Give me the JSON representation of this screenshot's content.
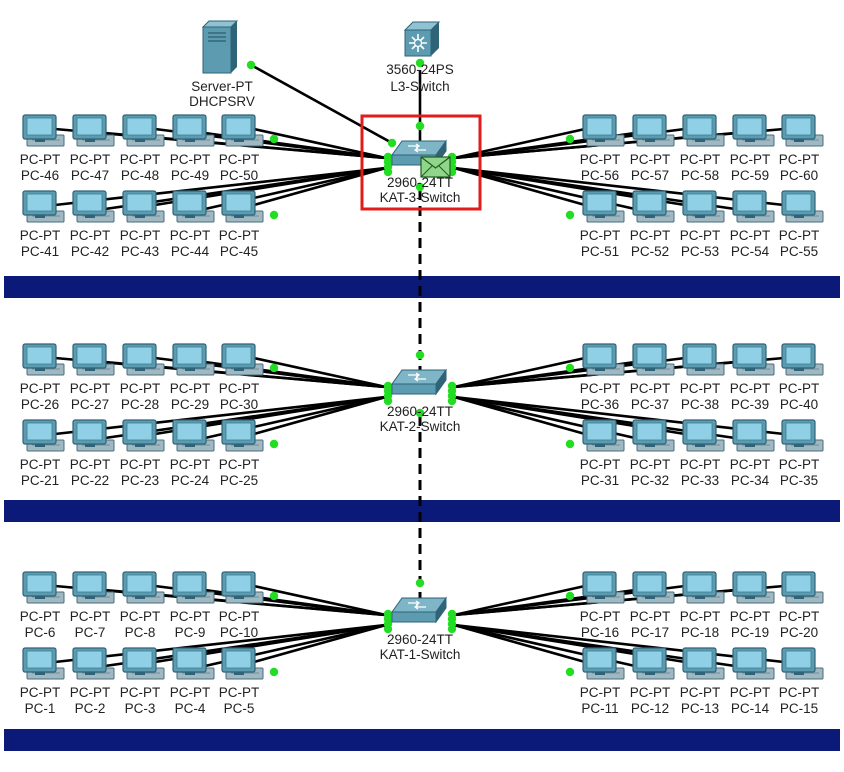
{
  "colors": {
    "floor_bar": "#0b1a78",
    "link": "#000000",
    "link_dot": "#22dd22",
    "selection": "#e21b1b",
    "device_body": "#5d9cb0",
    "device_dark": "#2f6378",
    "screen": "#8fd0e6"
  },
  "server": {
    "type": "Server-PT",
    "name": "DHCPSRV",
    "icon": "server-icon"
  },
  "l3switch": {
    "type": "3560-24PS",
    "name": "L3-Switch",
    "icon": "multilayer-switch-icon"
  },
  "pdu": {
    "icon": "envelope-icon"
  },
  "floors": [
    {
      "switch": {
        "type": "2960-24TT",
        "name": "KAT-3-Switch",
        "selected": true
      },
      "left_pcs": [
        "PC-46",
        "PC-47",
        "PC-48",
        "PC-49",
        "PC-50",
        "PC-41",
        "PC-42",
        "PC-43",
        "PC-44",
        "PC-45"
      ],
      "right_pcs": [
        "PC-56",
        "PC-57",
        "PC-58",
        "PC-59",
        "PC-60",
        "PC-51",
        "PC-52",
        "PC-53",
        "PC-54",
        "PC-55"
      ]
    },
    {
      "switch": {
        "type": "2960-24TT",
        "name": "KAT-2-Switch",
        "selected": false
      },
      "left_pcs": [
        "PC-26",
        "PC-27",
        "PC-28",
        "PC-29",
        "PC-30",
        "PC-21",
        "PC-22",
        "PC-23",
        "PC-24",
        "PC-25"
      ],
      "right_pcs": [
        "PC-36",
        "PC-37",
        "PC-38",
        "PC-39",
        "PC-40",
        "PC-31",
        "PC-32",
        "PC-33",
        "PC-34",
        "PC-35"
      ]
    },
    {
      "switch": {
        "type": "2960-24TT",
        "name": "KAT-1-Switch",
        "selected": false
      },
      "left_pcs": [
        "PC-6",
        "PC-7",
        "PC-8",
        "PC-9",
        "PC-10",
        "PC-1",
        "PC-2",
        "PC-3",
        "PC-4",
        "PC-5"
      ],
      "right_pcs": [
        "PC-16",
        "PC-17",
        "PC-18",
        "PC-19",
        "PC-20",
        "PC-11",
        "PC-12",
        "PC-13",
        "PC-14",
        "PC-15"
      ]
    }
  ],
  "pc_type": "PC-PT"
}
